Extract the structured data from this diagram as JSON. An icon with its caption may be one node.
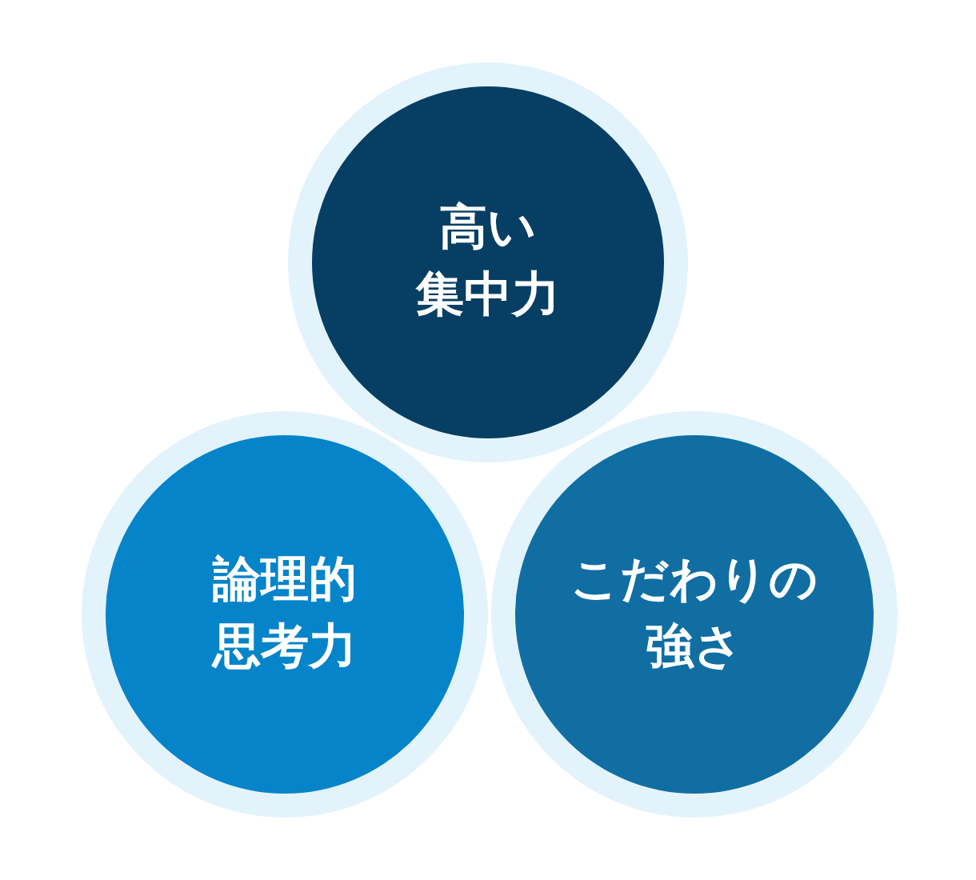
{
  "diagram": {
    "nodes": [
      {
        "text": [
          "高い集中力"
        ]
      },
      {
        "text": [
          "論理的思考力"
        ]
      },
      {
        "text": [
          "こだわりの強さ"
        ]
      }
    ]
  }
}
